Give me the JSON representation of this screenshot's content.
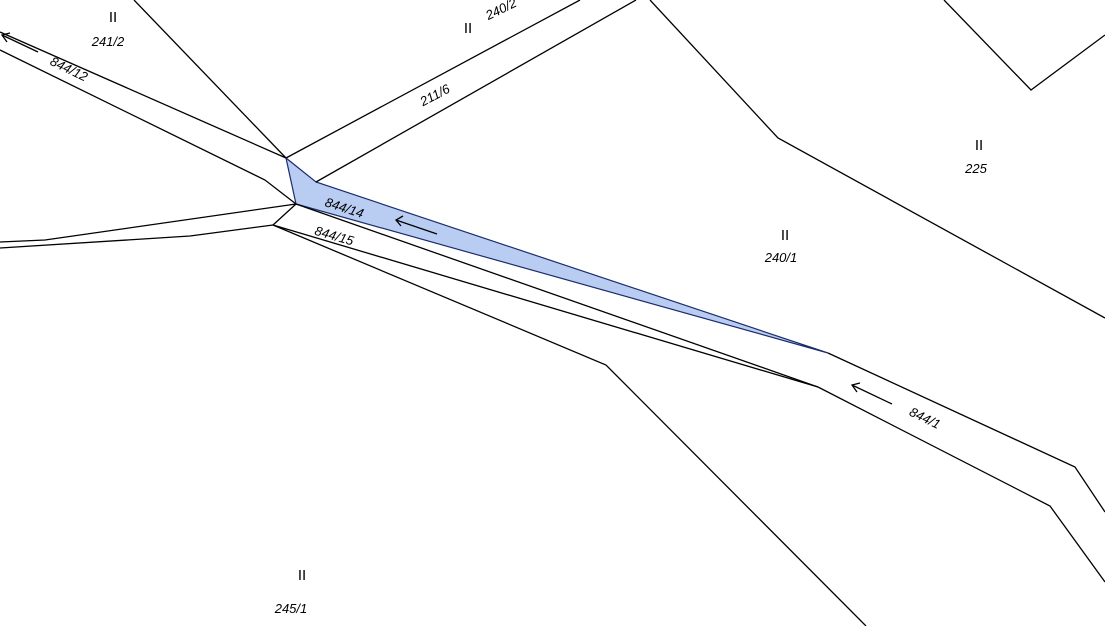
{
  "colors": {
    "background": "#ffffff",
    "line": "#000000",
    "highlight_fill": "#b9cdf3",
    "highlight_stroke": "#1b2c6b"
  },
  "parcels": [
    {
      "id": "241-2",
      "class": "II",
      "number": "241/2"
    },
    {
      "id": "240-2",
      "class": "II",
      "number": "240/2"
    },
    {
      "id": "225",
      "class": "II",
      "number": "225"
    },
    {
      "id": "240-1",
      "class": "II",
      "number": "240/1"
    },
    {
      "id": "245-1",
      "class": "II",
      "number": "245/1"
    }
  ],
  "roads": [
    {
      "id": "844-12",
      "number": "844/12",
      "arrow": "left"
    },
    {
      "id": "211-6",
      "number": "211/6"
    },
    {
      "id": "844-14",
      "number": "844/14",
      "arrow": "left",
      "selected": true
    },
    {
      "id": "844-15",
      "number": "844/15"
    },
    {
      "id": "844-1",
      "number": "844/1",
      "arrow": "left"
    }
  ]
}
